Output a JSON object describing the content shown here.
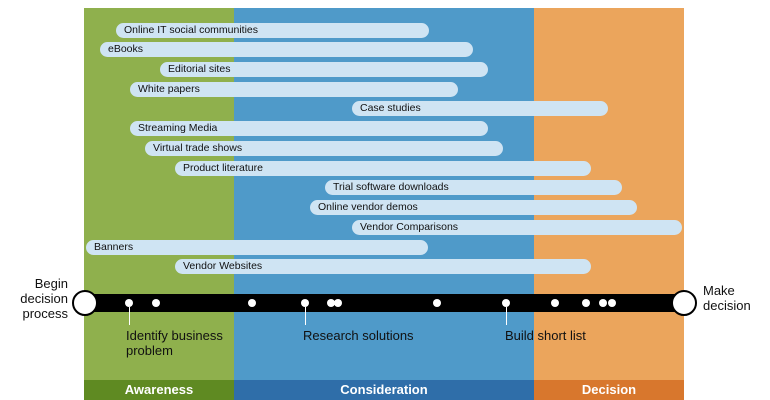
{
  "phases": {
    "awareness": "Awareness",
    "consideration": "Consideration",
    "decision": "Decision"
  },
  "channels": [
    "Online IT social communities",
    "eBooks",
    "Editorial sites",
    "White papers",
    "Case studies",
    "Streaming Media",
    "Virtual trade shows",
    "Product literature",
    "Trial software downloads",
    "Online vendor demos",
    "Vendor Comparisons",
    "Banners",
    "Vendor Websites"
  ],
  "milestones": {
    "identify": "Identify business problem",
    "research": "Research solutions",
    "shortlist": "Build short list"
  },
  "timeline": {
    "begin": "Begin decision process",
    "end": "Make decision"
  },
  "colors": {
    "awareness": "#8fb04d",
    "consideration": "#4f9ac9",
    "decision": "#eba55c",
    "channel_bar": "#cfe4f3"
  }
}
